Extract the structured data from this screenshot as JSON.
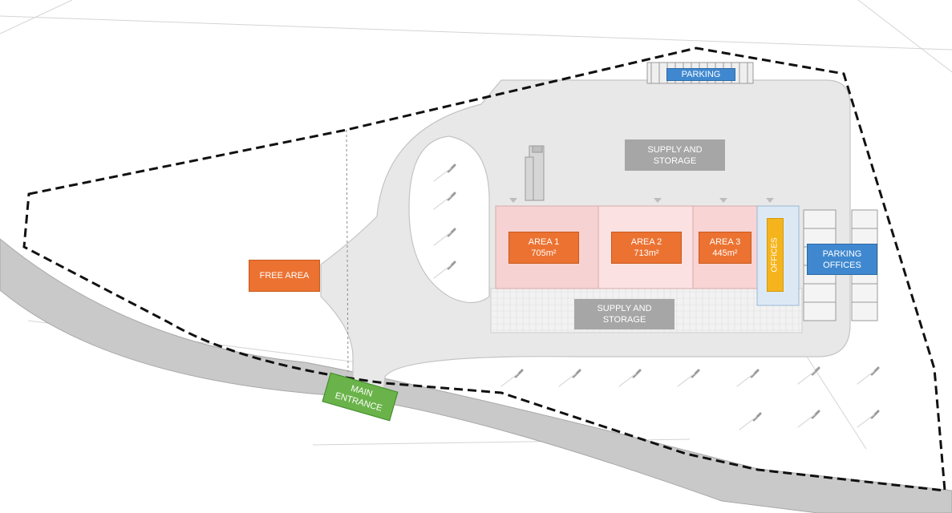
{
  "colors": {
    "area_label": "#ec7231",
    "parking_label": "#3f88cf",
    "entrance_label": "#6ab34a",
    "offices_label": "#f5b41c",
    "storage_label": "#a6a6a6",
    "area1_fill": "#f6d2d2",
    "area2_fill": "#fbe1e1",
    "area3_fill": "#f8d4d4",
    "offices_fill": "#dce9f5",
    "boundary": "#111111"
  },
  "labels": {
    "parking_top": "PARKING",
    "supply_storage_top": [
      "SUPPLY AND",
      "STORAGE"
    ],
    "area1": [
      "AREA 1",
      "705m²"
    ],
    "area2": [
      "AREA 2",
      "713m²"
    ],
    "area3": [
      "AREA 3",
      "445m²"
    ],
    "offices": "OFFICES",
    "parking_offices": [
      "PARKING",
      "OFFICES"
    ],
    "free_area": "FREE AREA",
    "supply_storage_bottom": [
      "SUPPLY AND",
      "STORAGE"
    ],
    "main_entrance": [
      "MAIN",
      "ENTRANCE"
    ]
  }
}
